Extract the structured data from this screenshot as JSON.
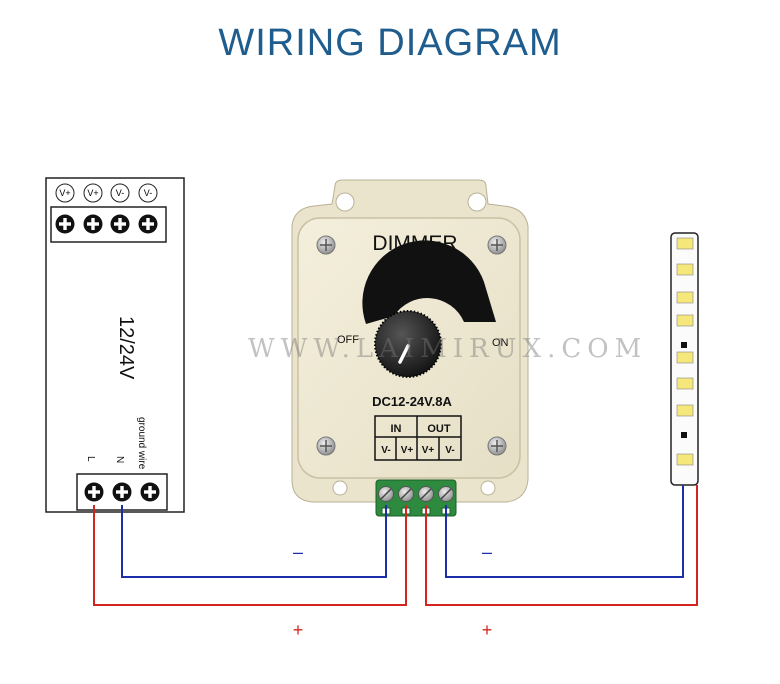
{
  "title": "WIRING DIAGRAM",
  "power_supply": {
    "top_terminals": [
      "V+",
      "V+",
      "V-",
      "V-"
    ],
    "voltage_label": "12/24V",
    "bottom_labels": [
      "L",
      "N",
      "ground wire"
    ]
  },
  "dimmer": {
    "name": "DIMMER",
    "off_label": "OFF",
    "on_label": "ON",
    "rating": "DC12-24V.8A",
    "in_label": "IN",
    "out_label": "OUT",
    "terminals": [
      "V-",
      "V+",
      "V+",
      "V-"
    ]
  },
  "wire_labels": {
    "minus_left": "–",
    "minus_right": "–",
    "plus_left": "+",
    "plus_right": "+"
  },
  "watermark": "WWW.LAIMIRUX.COM",
  "colors": {
    "title": "#1f5d8e",
    "negative_wire": "#1a2fa8",
    "positive_wire": "#d4241e",
    "dimmer_body": "#efe9d4",
    "terminal_block": "#2e8a3e",
    "led_chip": "#f5e77a"
  }
}
